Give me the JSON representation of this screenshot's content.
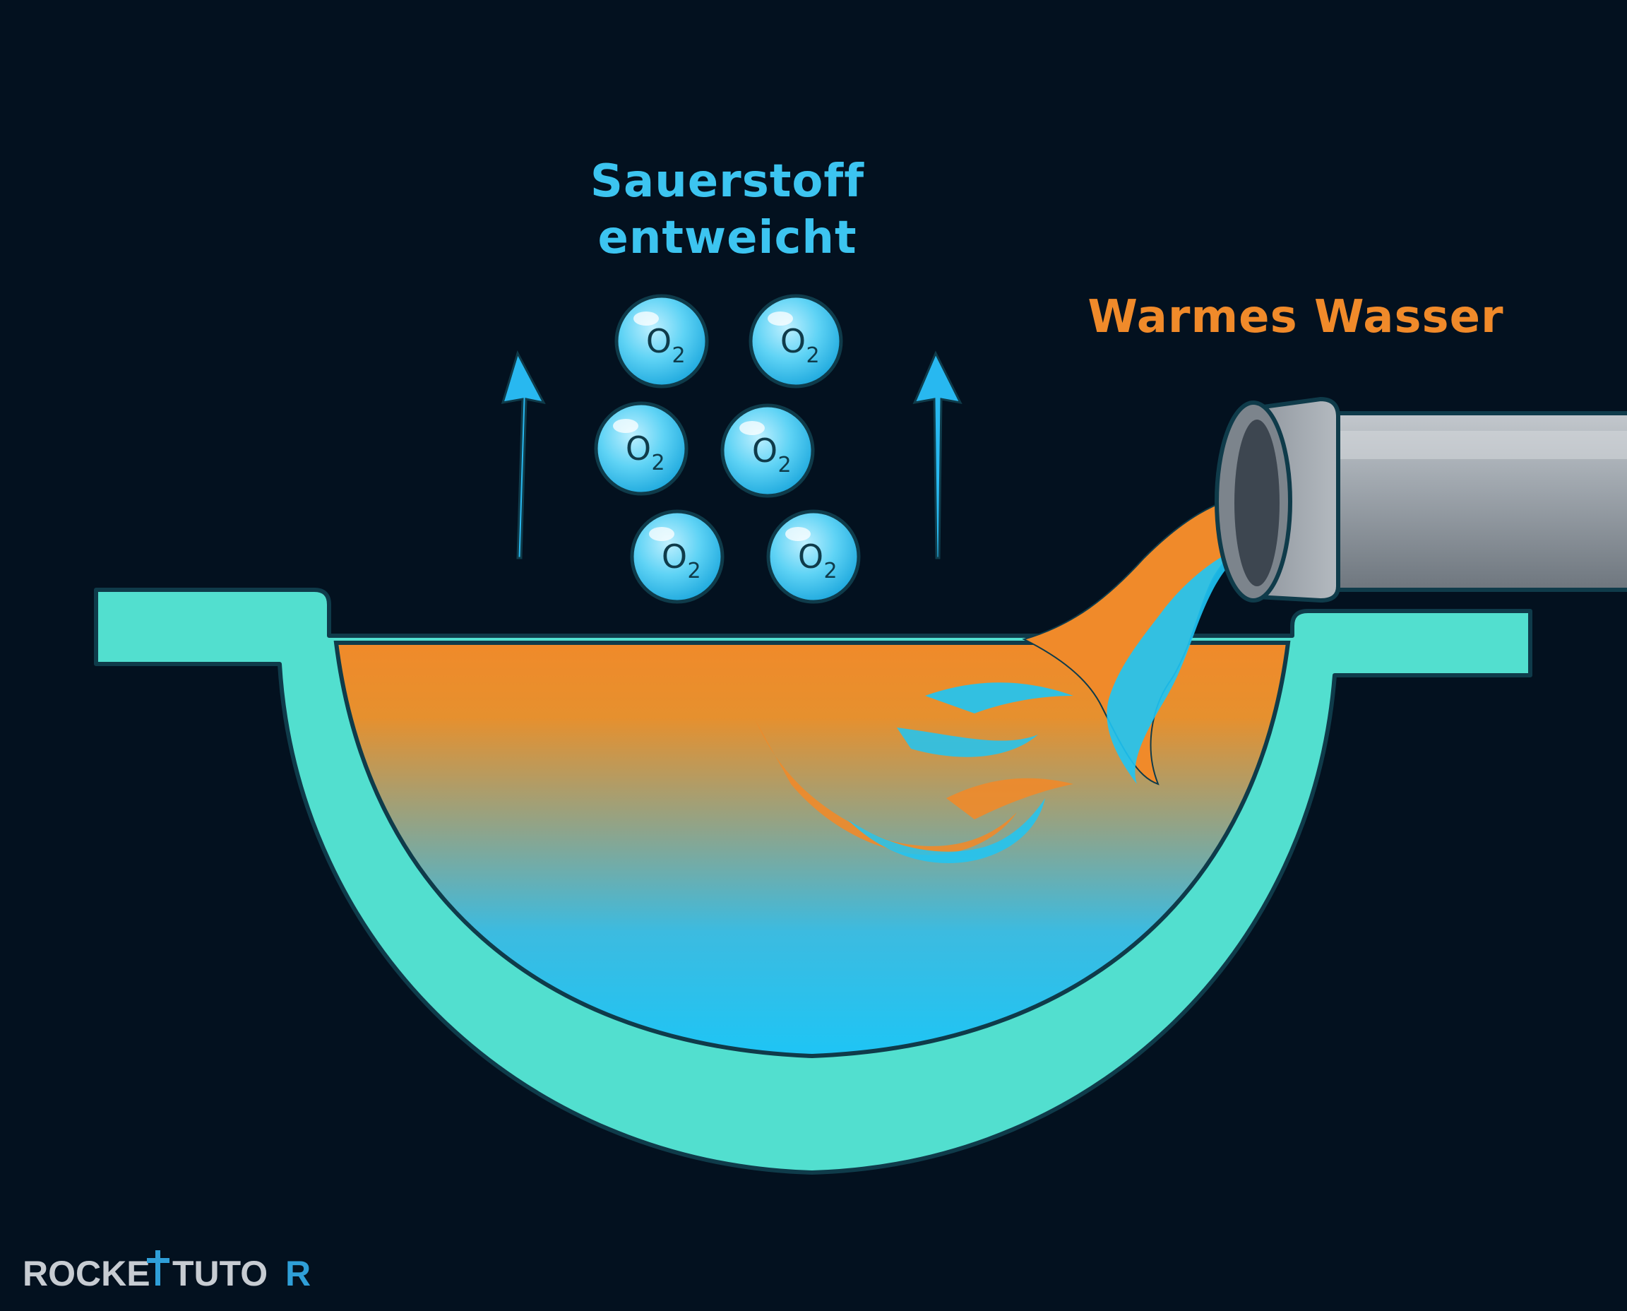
{
  "labels": {
    "oxygen_line1": "Sauerstoff",
    "oxygen_line2": "entweicht",
    "warm_water": "Warmes Wasser"
  },
  "molecule": {
    "symbol": "O",
    "subscript": "2",
    "count": 6
  },
  "logo": {
    "part1": "ROCKE",
    "part2": "TUTO",
    "part3": "R"
  },
  "colors": {
    "background": "#03111f",
    "basin": "#52dfcf",
    "basin_outline": "#0f3b4a",
    "warm_water": "#f08a2a",
    "cold_water": "#1ec5f5",
    "oxygen_text": "#3cc4f0",
    "warm_text": "#f08a2a",
    "arrow": "#28b8f0",
    "pipe": "#9aa1a8",
    "logo_main": "#c7ccd2",
    "logo_accent": "#2f9fd8"
  },
  "icons": {
    "arrows": "arrow-up-icon",
    "molecules": "oxygen-bubble-icon",
    "pipe": "pipe-icon"
  }
}
